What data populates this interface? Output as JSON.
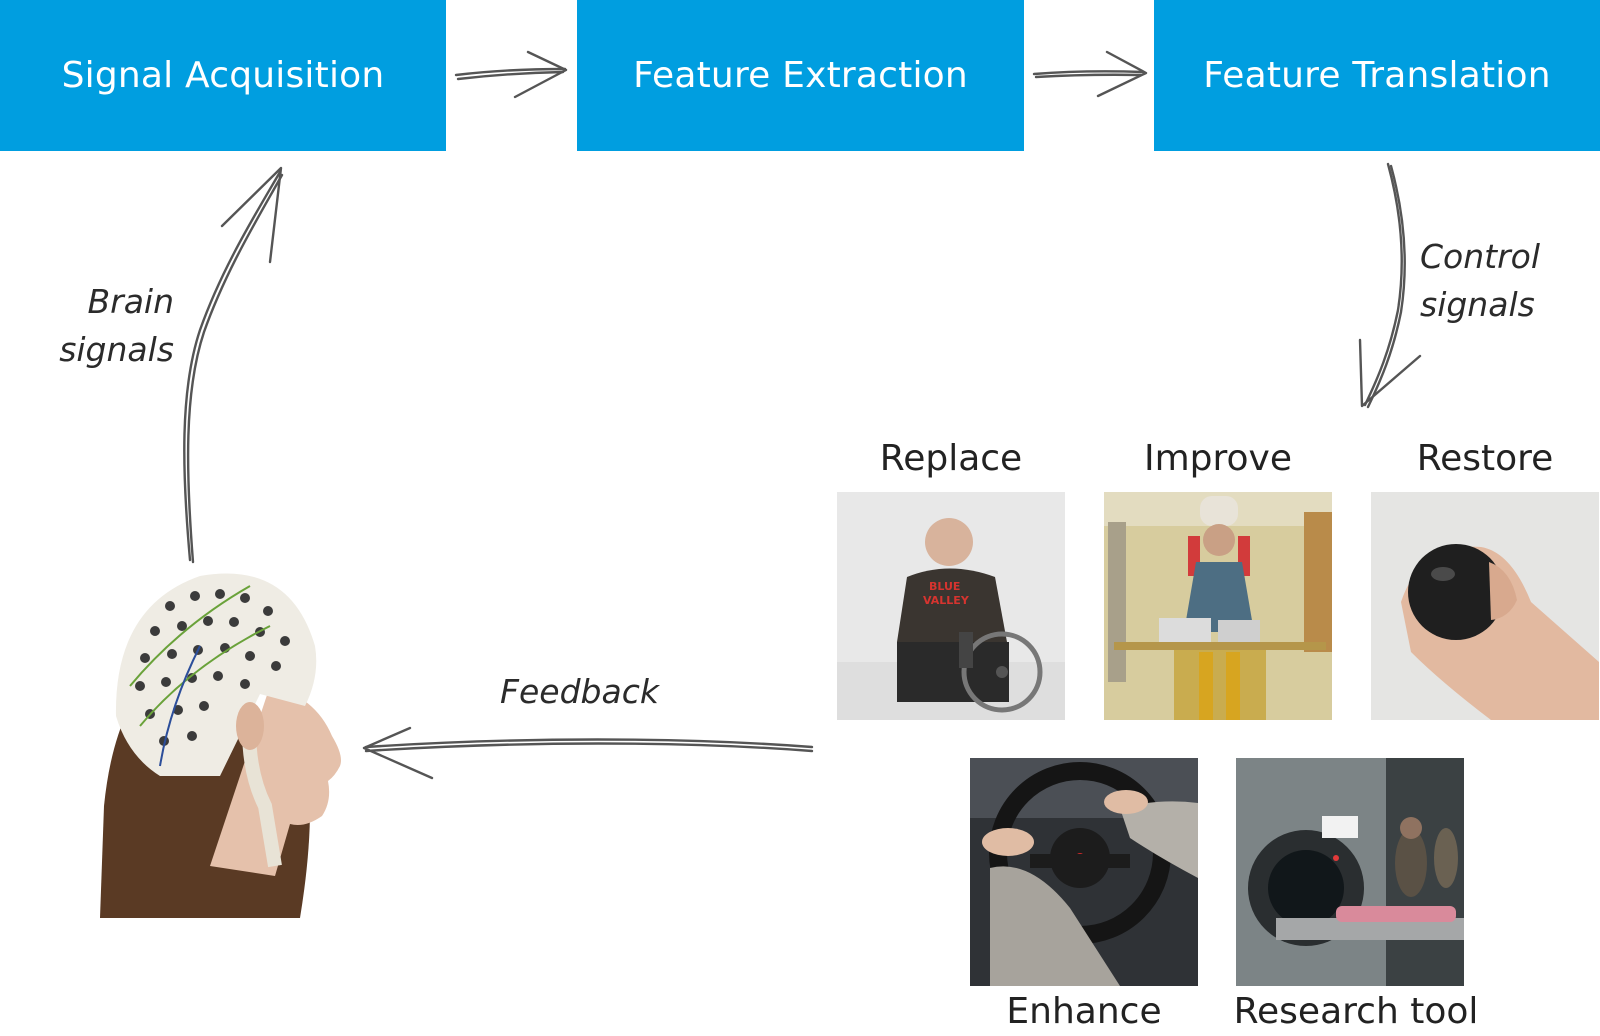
{
  "colors": {
    "box_fill": "#009ee0",
    "arrow": "#555555",
    "box_text": "#ffffff"
  },
  "pipeline": {
    "step1": "Signal Acquisition",
    "step2": "Feature Extraction",
    "step3": "Feature Translation"
  },
  "labels": {
    "brain_line1": "Brain",
    "brain_line2": "signals",
    "control_line1": "Control",
    "control_line2": "signals",
    "feedback": "Feedback"
  },
  "applications": {
    "replace": "Replace",
    "improve": "Improve",
    "restore": "Restore",
    "enhance": "Enhance",
    "research": "Research tool"
  },
  "photos": {
    "head": "eeg-cap-head-photo",
    "replace": "wheelchair-user-photo",
    "improve": "gait-rehabilitation-photo",
    "restore": "hand-squeezing-ball-photo",
    "enhance": "steering-wheel-photo",
    "research": "mri-scanner-photo"
  }
}
